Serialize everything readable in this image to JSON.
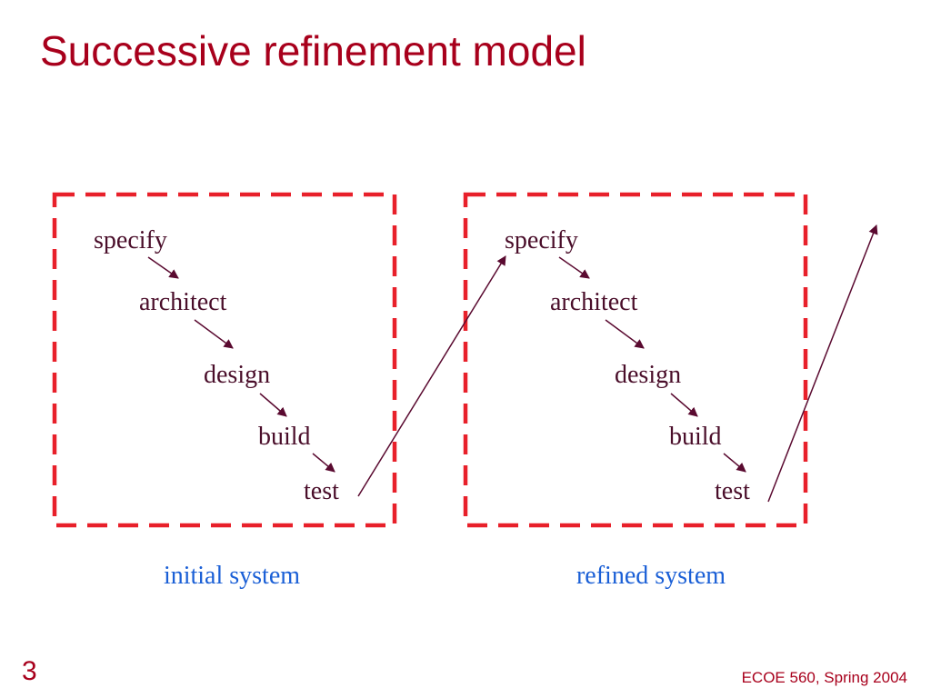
{
  "slide": {
    "title": "Successive refinement model",
    "page_number": "3",
    "footer": "ECOE 560, Spring 2004"
  },
  "colors": {
    "title": "#a8001c",
    "box_border": "#e8202a",
    "step_text": "#4a0e2a",
    "arrow": "#5a0a30",
    "caption": "#1a5fd6"
  },
  "diagram": {
    "initial": {
      "caption": "initial system",
      "steps": [
        "specify",
        "architect",
        "design",
        "build",
        "test"
      ]
    },
    "refined": {
      "caption": "refined system",
      "steps": [
        "specify",
        "architect",
        "design",
        "build",
        "test"
      ]
    }
  }
}
